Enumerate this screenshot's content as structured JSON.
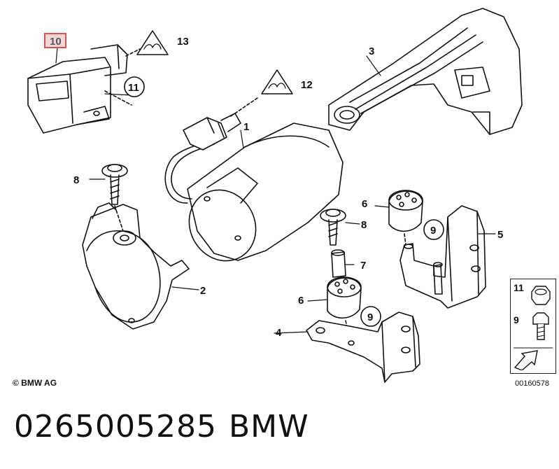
{
  "diagram": {
    "callouts": {
      "c1": "1",
      "c2": "2",
      "c3": "3",
      "c4": "4",
      "c5": "5",
      "c6a": "6",
      "c6b": "6",
      "c7": "7",
      "c8a": "8",
      "c8b": "8",
      "c9a": "9",
      "c9b": "9",
      "c10": "10",
      "c11": "11",
      "c12": "12",
      "c13": "13"
    },
    "highlight_color": "#d9534f",
    "highlighted_callout": "10"
  },
  "legend": {
    "item_11": "11",
    "item_9": "9"
  },
  "footer": {
    "copyright": "© BMW AG",
    "drawing_number": "00160578",
    "part_number": "0265005285",
    "brand": "BMW"
  }
}
